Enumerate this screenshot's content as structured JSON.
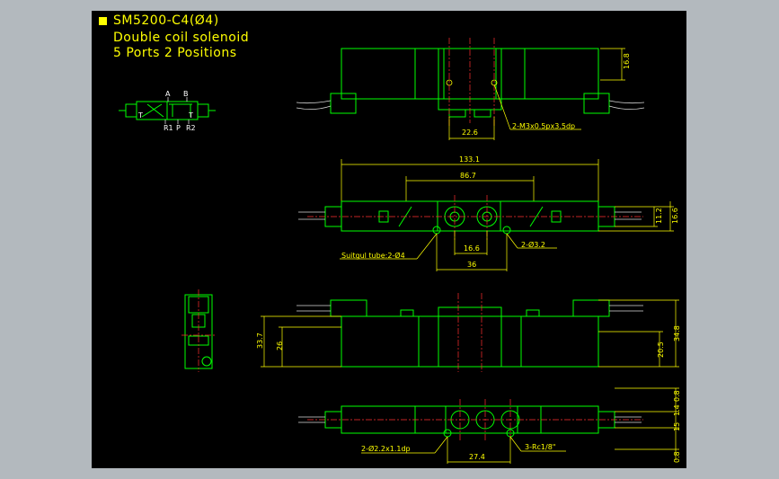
{
  "title": {
    "line1": "SM5200-C4(Ø4)",
    "line2": "Double coil solenoid",
    "line3": "5 Ports 2 Positions"
  },
  "symbol": {
    "port_a": "A",
    "port_b": "B",
    "port_r1": "R1",
    "port_p": "P",
    "port_r2": "R2",
    "t_left": "T",
    "t_right": "T"
  },
  "dims": {
    "d_16_8": "16.8",
    "d_22_6": "22.6",
    "d_m3": "2-M3x0.5px3.5dp",
    "d_133_1": "133.1",
    "d_86_7": "86.7",
    "d_11_2": "11.2",
    "d_16_6_r": "16.6",
    "d_16_6_b": "16.6",
    "d_phi32": "2-Ø3.2",
    "d_tube": "Suitgul tube:2-Ø4",
    "d_36": "36",
    "d_33_7": "33.7",
    "d_26": "26",
    "d_20_5": "20.5",
    "d_34_8": "34.8",
    "d_0_8_top": "0.8",
    "d_1_4": "1.4",
    "d_15": "15",
    "d_0_8_bot": "0.8",
    "d_phi22": "2-Ø2.2x1.1dp",
    "d_27_4": "27.4",
    "d_rc": "3-Rc1/8\""
  },
  "colors": {
    "frame": "#b3b9be",
    "background": "#000000",
    "outline": "#00ff00",
    "dimension": "#ffff00",
    "centerline": "#ff3030",
    "wire": "#d8d8d8"
  }
}
